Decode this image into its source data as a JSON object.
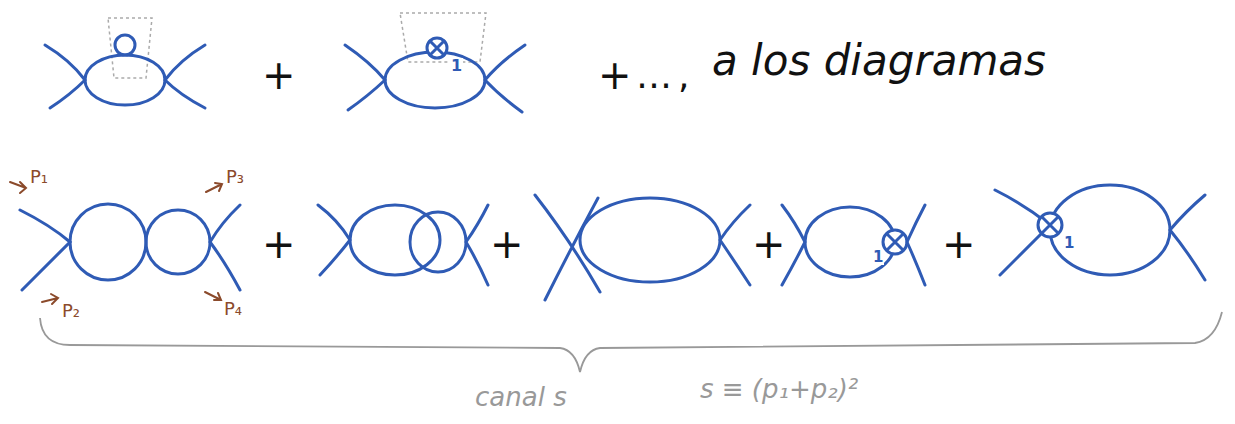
{
  "diagram": {
    "labels": [
      "+",
      "+",
      "…",
      ",",
      "a los diagramas",
      "1",
      "P₁",
      "P₂",
      "P₃",
      "P₄",
      "+",
      "+",
      "+",
      "+",
      "1",
      "1",
      "canal s",
      "s ≡ (p₁+p₂)²"
    ]
  }
}
